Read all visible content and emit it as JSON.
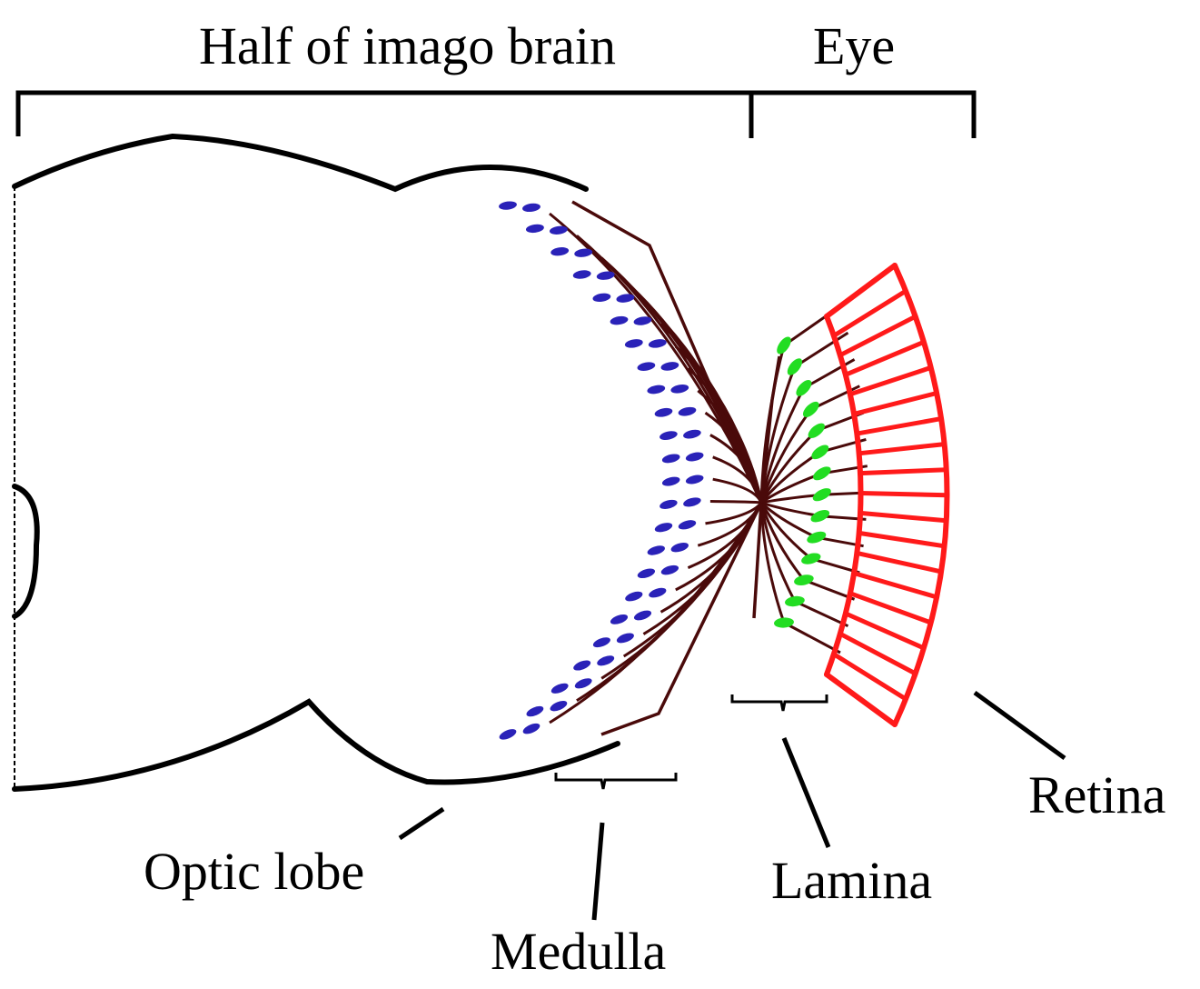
{
  "labels": {
    "brain_half": "Half of imago brain",
    "eye": "Eye",
    "optic_lobe": "Optic lobe",
    "medulla": "Medulla",
    "lamina": "Lamina",
    "retina": "Retina"
  },
  "colors": {
    "outline": "#000000",
    "retina": "#ff1a1a",
    "axons": "#4a0a0a",
    "medulla_cells": "#2a22b8",
    "lamina_cells": "#22dd22"
  },
  "counts": {
    "medulla_rows": 24,
    "lamina_cells": 14,
    "retina_ommatidia": 18
  }
}
